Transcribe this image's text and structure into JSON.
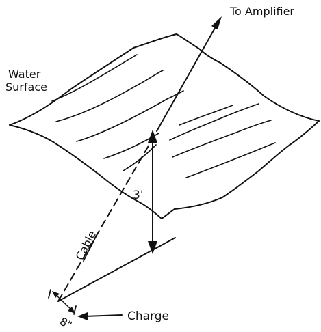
{
  "labels": {
    "to_amplifier": "To Amplifier",
    "water": "Water",
    "surface": "Surface",
    "depth": "3'",
    "cable": "Cable",
    "charge": "Charge",
    "offset": "8\""
  },
  "colors": {
    "ink": "#111111",
    "background": "#ffffff"
  }
}
